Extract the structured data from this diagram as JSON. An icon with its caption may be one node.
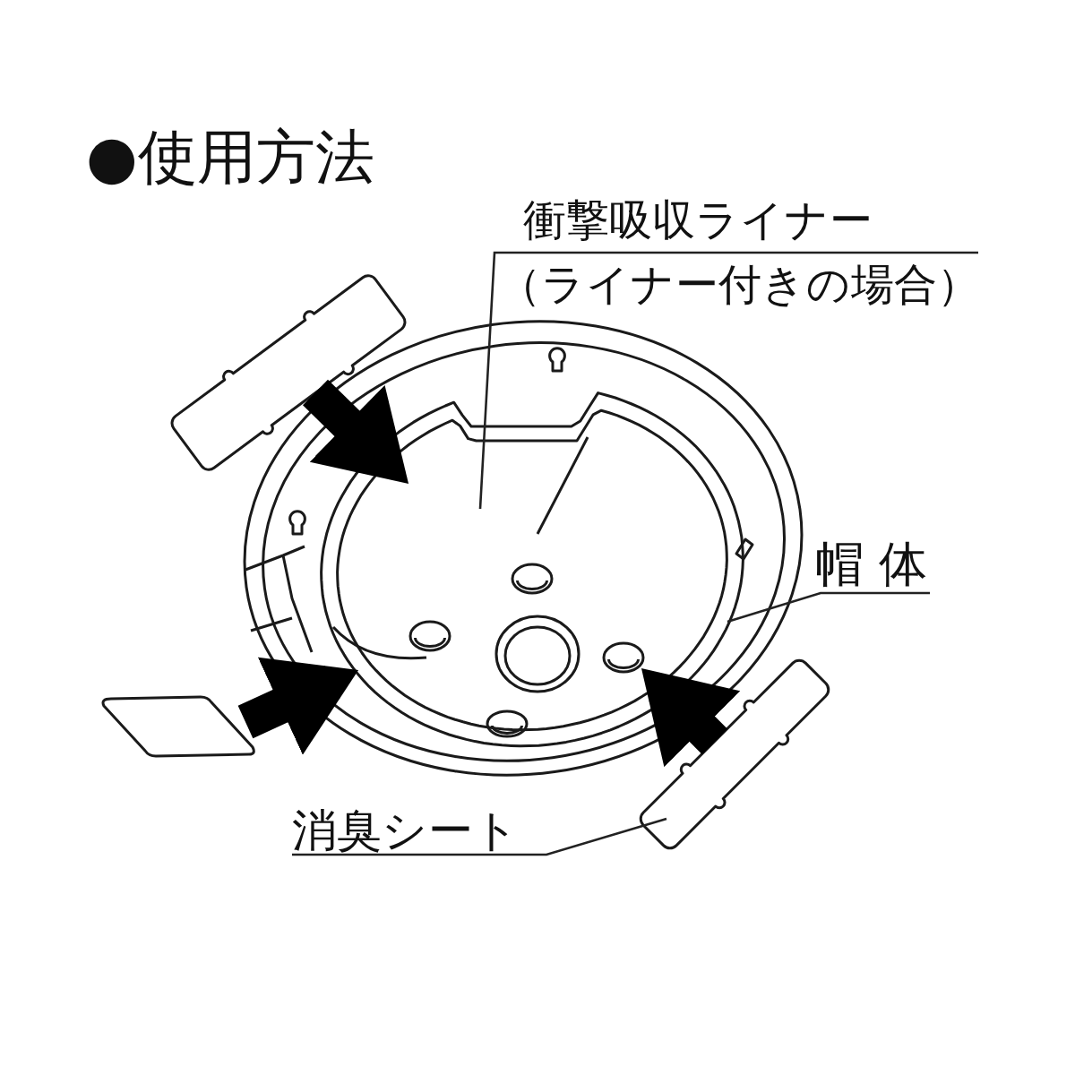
{
  "diagram": {
    "title": "●使用方法",
    "nodes": [
      {
        "text": [
          "衝撃吸収ライナー",
          "（ライナー付きの場合）"
        ]
      },
      {
        "text": [
          "帽 体"
        ]
      },
      {
        "text": [
          "消臭シート"
        ]
      },
      {
        "text": [],
        "shape": "picture"
      },
      {
        "text": [],
        "shape": "picture",
        "in": 3
      },
      {
        "text": [],
        "shape": "picture"
      },
      {
        "text": [],
        "shape": "picture"
      },
      {
        "text": [],
        "shape": "picture"
      }
    ],
    "edges": [
      {
        "from": 0,
        "to": 4,
        "arrow": "none"
      },
      {
        "from": 1,
        "to": 3,
        "arrow": "none"
      },
      {
        "from": 2,
        "to": 7,
        "arrow": "none"
      },
      {
        "from": 5,
        "to": 4,
        "arrow": "to",
        "style": "thick"
      },
      {
        "from": 6,
        "to": 4,
        "arrow": "to",
        "style": "thick"
      },
      {
        "from": 7,
        "to": 4,
        "arrow": "to",
        "style": "thick"
      }
    ]
  }
}
